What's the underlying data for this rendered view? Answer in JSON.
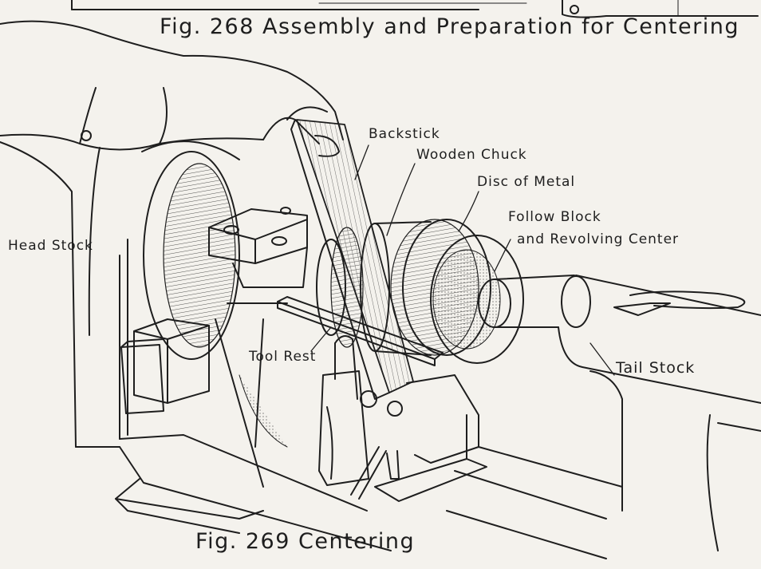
{
  "figure_top": {
    "caption": "Fig. 268 Assembly and Preparation for Centering"
  },
  "figure_bottom": {
    "caption": "Fig. 269 Centering"
  },
  "labels": {
    "backstick": "Backstick",
    "wooden_chuck": "Wooden Chuck",
    "disc_of_metal": "Disc of Metal",
    "follow_block_line1": "Follow Block",
    "follow_block_line2": "and Revolving Center",
    "head_stock": "Head Stock",
    "tool_rest": "Tool Rest",
    "tail_stock": "Tail Stock"
  },
  "colors": {
    "paper": "#f4f2ed",
    "ink": "#1e1e1e"
  }
}
